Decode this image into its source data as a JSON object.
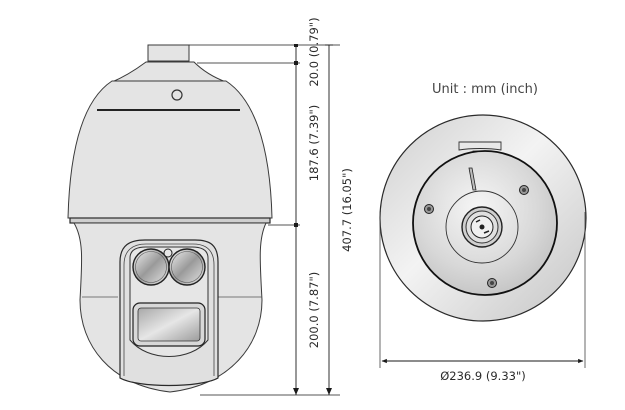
{
  "unit_label": "Unit : mm (inch)",
  "side_view": {
    "dimensions": {
      "top_cap": "20.0 (0.79\")",
      "upper_dome": "187.6 (7.39\")",
      "lower_body": "200.0 (7.87\")",
      "total_height": "407.7 (16.05\")"
    }
  },
  "bottom_view": {
    "diameter": "Ø236.9 (9.33\")"
  },
  "colors": {
    "body_fill": "#e4e4e4",
    "outline": "#3a3a3a",
    "dim_line": "#1a1a1a"
  }
}
